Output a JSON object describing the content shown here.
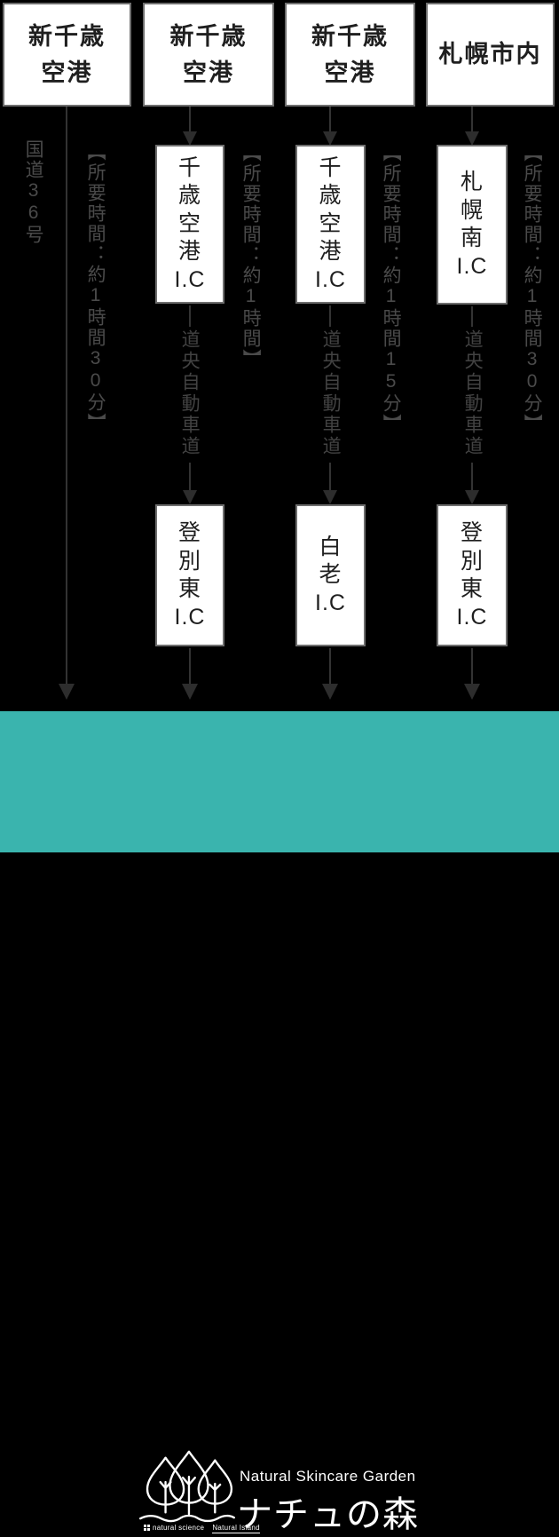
{
  "diagram": {
    "background_color": "#000000",
    "line_color": "#333333",
    "columns": [
      {
        "origin": "新千歳\n空港",
        "route": "国道36号",
        "duration": "【所要時間：約1時間30分】"
      },
      {
        "origin": "新千歳\n空港",
        "entry_ic": "千\n歳\n空\n港\nI.C",
        "road": "道央自動車道",
        "exit_ic": "登\n別\n東\nI.C",
        "duration": "【所要時間：約1時間】"
      },
      {
        "origin": "新千歳\n空港",
        "entry_ic": "千\n歳\n空\n港\nI.C",
        "road": "道央自動車道",
        "exit_ic": "白\n老\nI.C",
        "duration": "【所要時間：約1時間15分】"
      },
      {
        "origin": "札幌市内",
        "entry_ic": "札\n幌\n南\nI.C",
        "road": "道央自動車道",
        "exit_ic": "登\n別\n東\nI.C",
        "duration": "【所要時間：約1時間30分】"
      }
    ]
  },
  "footer": {
    "accent_color": "#3AB4AE",
    "tagline_en": "Natural Skincare Garden",
    "brand_jp": "ナチュの森",
    "company_left": "natural science",
    "company_right": "Natural Island"
  }
}
